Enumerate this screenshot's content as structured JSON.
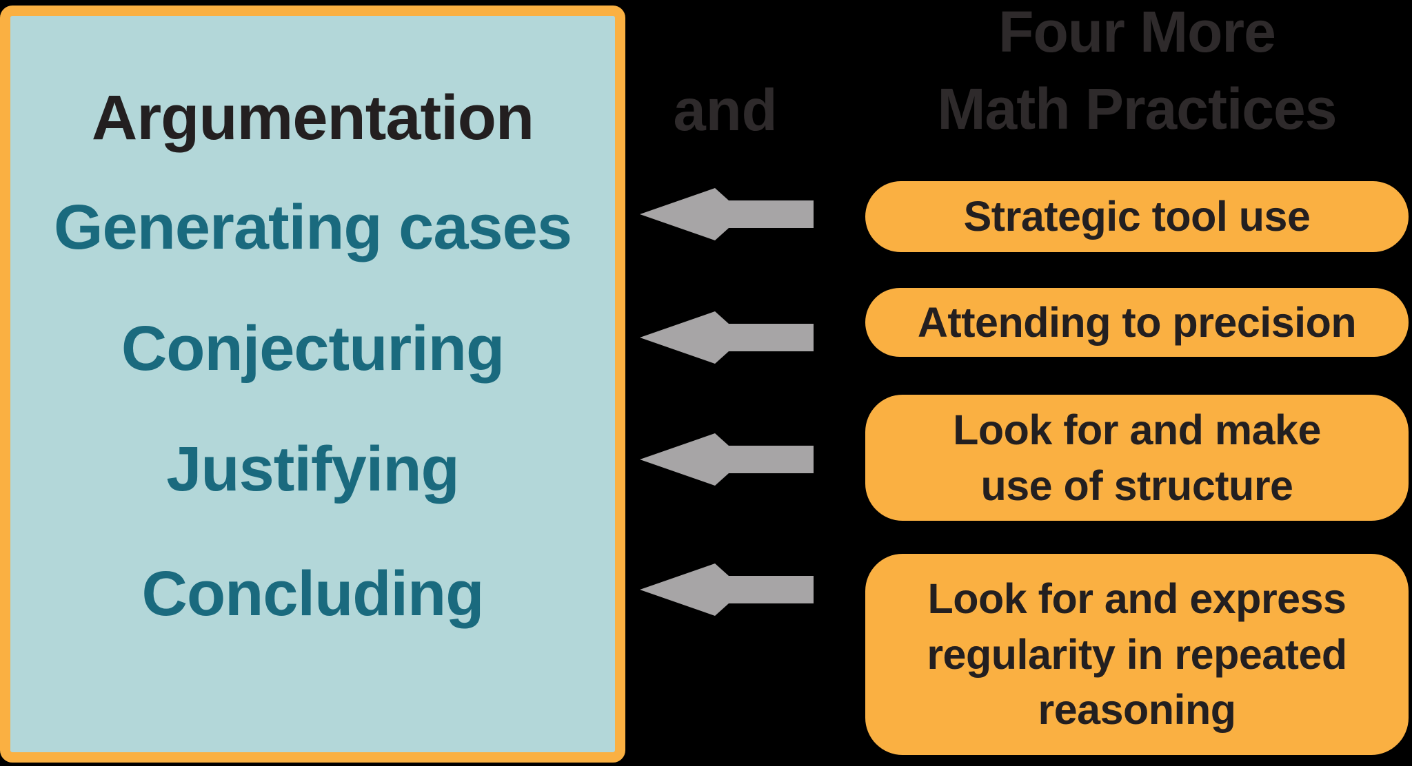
{
  "background": "#000000",
  "argumentation": {
    "title": "Argumentation",
    "items": [
      "Generating cases",
      "Conjecturing",
      "Justifying",
      "Concluding"
    ],
    "panel_fill": "#B3D7D9",
    "panel_border": "#FAB042",
    "title_color": "#231F20",
    "item_color": "#1A6A7E"
  },
  "connector": {
    "label": "and",
    "color": "#2E2A2B"
  },
  "four_more": {
    "title_lines": [
      "Four More",
      "Math Practices"
    ],
    "title_color": "#2E2A2B",
    "box_fill": "#FAB042",
    "box_text_color": "#231F20",
    "practices": [
      {
        "lines": [
          "Strategic tool use"
        ]
      },
      {
        "lines": [
          "Attending to precision"
        ]
      },
      {
        "lines": [
          "Look for and make",
          "use of structure"
        ]
      },
      {
        "lines": [
          "Look for and express",
          "regularity in repeated",
          "reasoning"
        ]
      }
    ]
  },
  "arrows": {
    "color": "#A7A5A6",
    "count": 4,
    "direction": "left"
  }
}
